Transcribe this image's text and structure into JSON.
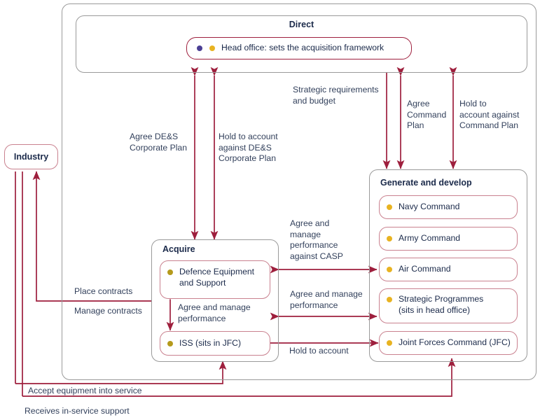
{
  "diagram": {
    "title_direct": "Direct",
    "title_acquire": "Acquire",
    "title_generate": "Generate and develop",
    "head_office": "Head office: sets the acquisition framework",
    "industry": "Industry",
    "acquire_items": [
      "Defence Equipment and Support",
      "ISS (sits in JFC)"
    ],
    "generate_items": [
      "Navy Command",
      "Army Command",
      "Air Command",
      "Strategic Programmes (sits in head office)",
      "Joint Forces Command (JFC)"
    ],
    "generate_items_lines": {
      "strategic_l1": "Strategic Programmes",
      "strategic_l2": "(sits in head office)"
    },
    "labels": {
      "agree_des_l1": "Agree DE&S",
      "agree_des_l2": "Corporate Plan",
      "hold_des_l1": "Hold to account",
      "hold_des_l2": "against DE&S",
      "hold_des_l3": "Corporate Plan",
      "strategic_req_l1": "Strategic requirements",
      "strategic_req_l2": "and budget",
      "agree_cmd_l1": "Agree",
      "agree_cmd_l2": "Command",
      "agree_cmd_l3": "Plan",
      "hold_cmd_l1": "Hold to",
      "hold_cmd_l2": "account against",
      "hold_cmd_l3": "Command Plan",
      "casp_l1": "Agree and",
      "casp_l2": "manage",
      "casp_l3": "performance",
      "casp_l4": "against CASP",
      "agree_manage_l1": "Agree and manage",
      "agree_manage_l2": "performance",
      "inner_agree_l1": "Agree and manage",
      "inner_agree_l2": "performance",
      "hold_to_account": "Hold to account",
      "place_contracts": "Place contracts",
      "manage_contracts": "Manage contracts",
      "accept_equipment": "Accept equipment into service",
      "receives_support": "Receives in-service support"
    },
    "colors": {
      "line": "#9e1f3d",
      "frame": "#9a9a9a",
      "pill": "#c9818f",
      "dot_yellow": "#e8b321",
      "dot_purple": "#4a3f94",
      "text": "#33415c"
    }
  }
}
